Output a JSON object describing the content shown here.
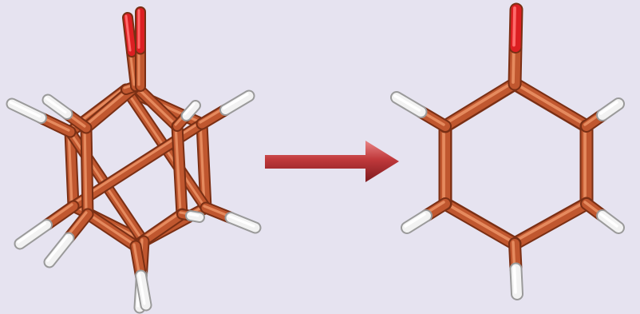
{
  "colors": {
    "background": "#E6E3F0",
    "carbon": "#C0572F",
    "carbon_light": "#E58A5E",
    "carbon_dark": "#7A2F14",
    "oxygen": "#DC1F22",
    "oxygen_light": "#FF6B6B",
    "hydrogen": "#F2F2F2",
    "hydrogen_dark": "#9A9A9A",
    "arrow": "#C0393B",
    "arrow_light": "#E98485",
    "arrow_dark": "#7E1A1E"
  },
  "scene": {
    "left_model": "distorted-benzene-oxide-structure",
    "right_model": "planar-phenoxy-ring-structure",
    "arrow": "transformation-arrow-right"
  }
}
